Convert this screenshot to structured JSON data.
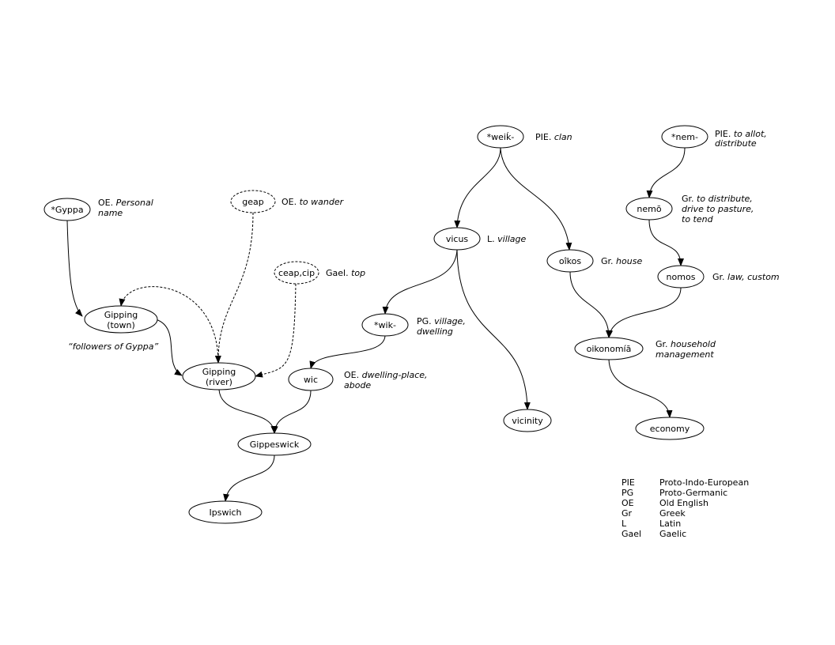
{
  "nodes": {
    "weik": "*weiḱ-",
    "nem": "*nem-",
    "gyppa": "*Gyppa",
    "geap": "geap",
    "nemo": "nemō",
    "vicus": "vicus",
    "oikos": "oîkos",
    "ceap": "ceap,cip",
    "nomos": "nomos",
    "gipping_town_1": "Gipping",
    "gipping_town_2": "(town)",
    "wik": "*wik-",
    "oikonomia": "oikonomíā",
    "gipping_river_1": "Gipping",
    "gipping_river_2": "(river)",
    "wic": "wic",
    "vicinity": "vicinity",
    "economy": "economy",
    "gippeswick": "Gippeswick",
    "ipswich": "Ipswich"
  },
  "annotations": {
    "weik": {
      "lang": "PIE.",
      "gloss": [
        "clan"
      ]
    },
    "nem": {
      "lang": "PIE.",
      "gloss": [
        "to allot,",
        "distribute"
      ]
    },
    "gyppa": {
      "lang": "OE.",
      "gloss": [
        "Personal",
        "name"
      ]
    },
    "geap": {
      "lang": "OE.",
      "gloss": [
        "to wander"
      ]
    },
    "nemo": {
      "lang": "Gr.",
      "gloss": [
        "to distribute,",
        "drive to pasture,",
        "to tend"
      ]
    },
    "vicus": {
      "lang": "L.",
      "gloss": [
        "village"
      ]
    },
    "oikos": {
      "lang": "Gr.",
      "gloss": [
        "house"
      ]
    },
    "ceap": {
      "lang": "Gael.",
      "gloss": [
        "top"
      ]
    },
    "nomos": {
      "lang": "Gr.",
      "gloss": [
        "law, custom"
      ]
    },
    "wik": {
      "lang": "PG.",
      "gloss": [
        "village,",
        "dwelling"
      ]
    },
    "oikonomia": {
      "lang": "Gr.",
      "gloss": [
        "household",
        "management"
      ]
    },
    "wic": {
      "lang": "OE.",
      "gloss": [
        "dwelling-place,",
        "abode"
      ]
    },
    "gipping_town": {
      "gloss": [
        "“followers of Gyppa”"
      ]
    }
  },
  "legend": [
    {
      "abbr": "PIE",
      "name": "Proto-Indo-European"
    },
    {
      "abbr": "PG",
      "name": "Proto-Germanic"
    },
    {
      "abbr": "OE",
      "name": "Old English"
    },
    {
      "abbr": "Gr",
      "name": "Greek"
    },
    {
      "abbr": "L",
      "name": "Latin"
    },
    {
      "abbr": "Gael",
      "name": "Gaelic"
    }
  ]
}
